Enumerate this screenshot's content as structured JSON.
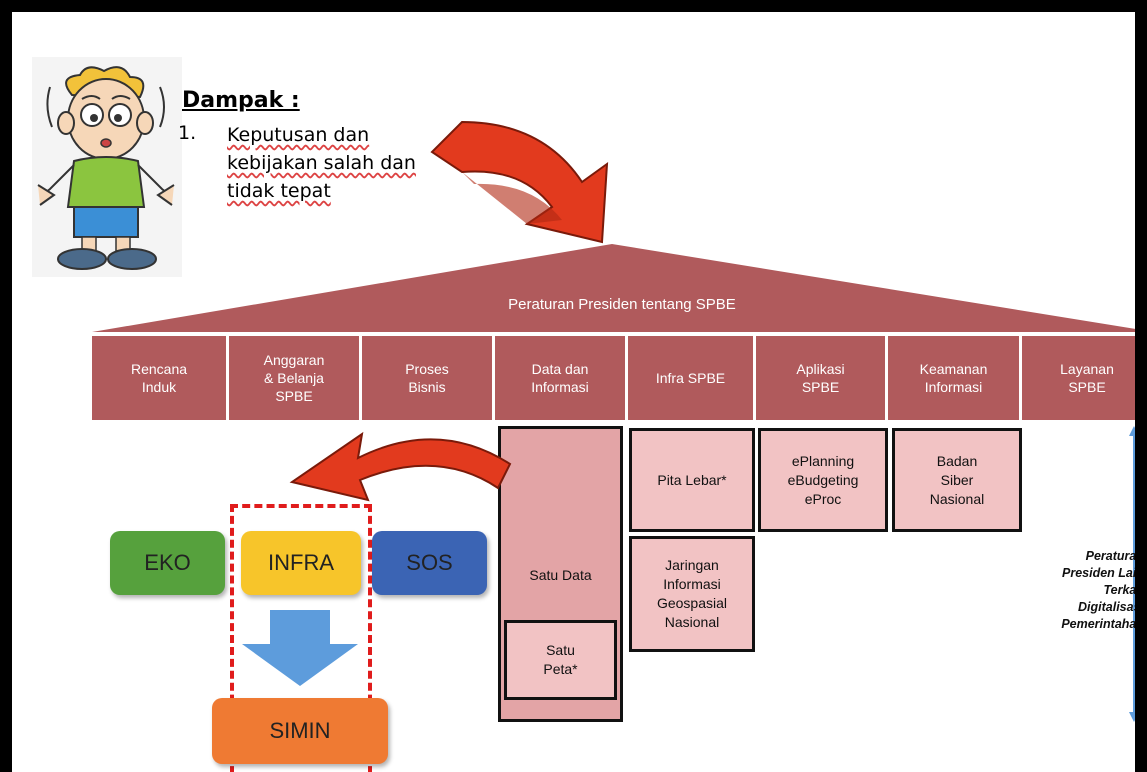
{
  "impact": {
    "heading": "Dampak :",
    "number": "1.",
    "text": "Keputusan dan kebijakan salah dan tidak tepat"
  },
  "roof": {
    "title": "Peraturan Presiden tentang SPBE"
  },
  "pillars": [
    "Rencana\nInduk",
    "Anggaran\n& Belanja\nSPBE",
    "Proses\nBisnis",
    "Data dan\nInformasi",
    "Infra SPBE",
    "Aplikasi\nSPBE",
    "Keamanan\nInformasi",
    "Layanan\nSPBE"
  ],
  "boxes": {
    "satu_data": "Satu Data",
    "satu_peta": "Satu\nPeta*",
    "pita_lebar": "Pita Lebar*",
    "jaringan": "Jaringan\nInformasi\nGeospasial\nNasional",
    "eplanning": "ePlanning\neBudgeting\neProc",
    "badan_siber": "Badan\nSiber\nNasional"
  },
  "side_note": "Peraturan\nPresiden Lain\nTerkait\nDigitalisasi\nPemerintahan",
  "sectors": {
    "eko": "EKO",
    "infra": "INFRA",
    "sos": "SOS",
    "simin": "SIMIN"
  },
  "colors": {
    "pillar": "#b05a5c",
    "box_fill": "#f2c3c4",
    "data_column": "#e3a4a6",
    "arrow_red": "#e23a1e",
    "eko": "#56a13d",
    "infra": "#f7c52a",
    "sos": "#3b64b4",
    "simin": "#ef7a33",
    "down_arrow": "#5d9cdc",
    "dashed": "#e01c1c"
  }
}
